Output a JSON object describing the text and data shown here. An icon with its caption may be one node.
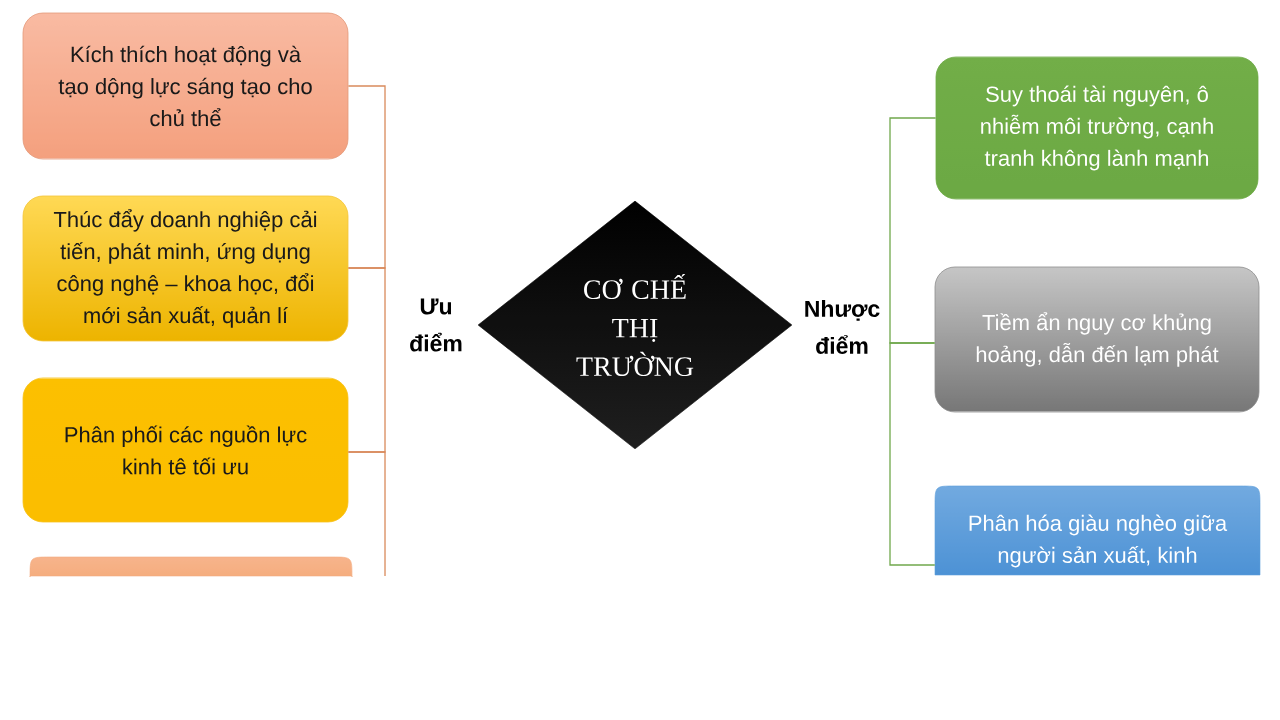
{
  "diagram": {
    "nodes": [
      {
        "text": [
          "Kích thích hoạt động và tạo dộng lực sáng tạo cho chủ thể"
        ]
      },
      {
        "text": [
          "Thúc đẩy doanh nghiệp cải tiến, phát minh, ứng dụng công nghệ – khoa học, đổi mới sản xuất, quản lí"
        ]
      },
      {
        "text": [
          "Phân phối các nguồn lực kinh tê tối ưu"
        ]
      },
      {
        "text": [],
        "shape": "box"
      },
      {
        "text": [
          "CƠ CHẾ THỊ TRƯỜNG"
        ]
      },
      {
        "text": [
          "Suy thoái tài nguyên, ô nhiễm môi trường, cạnh tranh không lành mạnh"
        ]
      },
      {
        "text": [
          "Tiềm ẩn nguy cơ khủng hoảng, dẫn đến lạm phát"
        ]
      },
      {
        "text": [
          "Phân hóa giàu nghèo giữa người sản xuất, kinh"
        ]
      }
    ],
    "edges": [
      {
        "from": 0,
        "to": 1,
        "arrow": "none"
      },
      {
        "from": 1,
        "to": 2,
        "arrow": "none"
      },
      {
        "from": 2,
        "to": null,
        "arrow": "none"
      },
      {
        "from": 5,
        "to": 6,
        "arrow": "none",
        "color": "#70a84c"
      },
      {
        "from": 6,
        "to": 7,
        "arrow": "none",
        "color": "#70a84c"
      }
    ],
    "labels": [
      "Ưu điểm",
      "Nhược điểm"
    ]
  }
}
